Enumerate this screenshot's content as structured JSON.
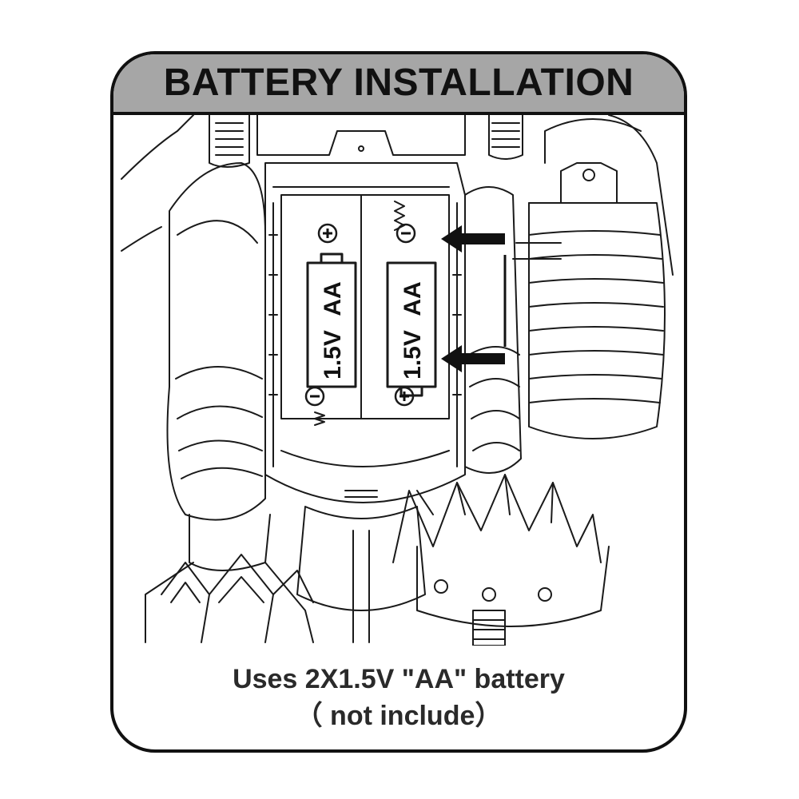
{
  "title": "BATTERY INSTALLATION",
  "caption": {
    "line1": "Uses 2X1.5V \"AA\" battery",
    "line2": "（ not include）"
  },
  "batteries": [
    {
      "voltage": "1.5V",
      "type": "AA",
      "top_terminal": "+",
      "bottom_terminal": "−"
    },
    {
      "voltage": "1.5V",
      "type": "AA",
      "top_terminal": "−",
      "bottom_terminal": "+"
    }
  ],
  "colors": {
    "header_bg": "#a6a6a6",
    "outline": "#111111",
    "caption": "#2a2a2a"
  },
  "icons": [
    "arrow-left-icon",
    "arrow-left-icon",
    "spring-icon",
    "plus-icon",
    "minus-icon"
  ]
}
